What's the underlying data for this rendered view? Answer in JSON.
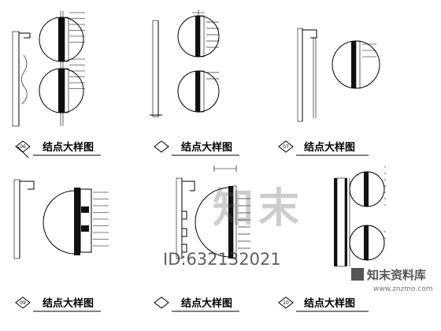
{
  "details": [
    {
      "title": "结点大样图",
      "number": "06"
    },
    {
      "title": "结点大样图",
      "number": ""
    },
    {
      "title": "结点大样图",
      "number": "07"
    },
    {
      "title": "结点大样图",
      "number": "09"
    },
    {
      "title": "结点大样图",
      "number": ""
    },
    {
      "title": "结点大样图",
      "number": "10"
    }
  ],
  "callouts": {
    "d1": [
      "",
      "",
      "",
      "",
      "",
      "",
      "",
      "",
      "",
      "",
      "",
      ""
    ],
    "d2": [
      "",
      "",
      "",
      "",
      "",
      "",
      ""
    ],
    "d3": [
      "",
      "",
      ""
    ],
    "d4": [
      "",
      "",
      "",
      "",
      "",
      "",
      "",
      "",
      ""
    ],
    "d5": [
      "",
      "",
      "",
      "",
      "",
      "",
      "",
      ""
    ],
    "d6": [
      "",
      "",
      "",
      "",
      "",
      "",
      "",
      "",
      ""
    ]
  },
  "caption_d4": "",
  "dimension_d5": "",
  "watermark": {
    "big": "知末",
    "id": "ID:632132021",
    "brand": "知末资料库",
    "url": "www.znzmo.com"
  }
}
